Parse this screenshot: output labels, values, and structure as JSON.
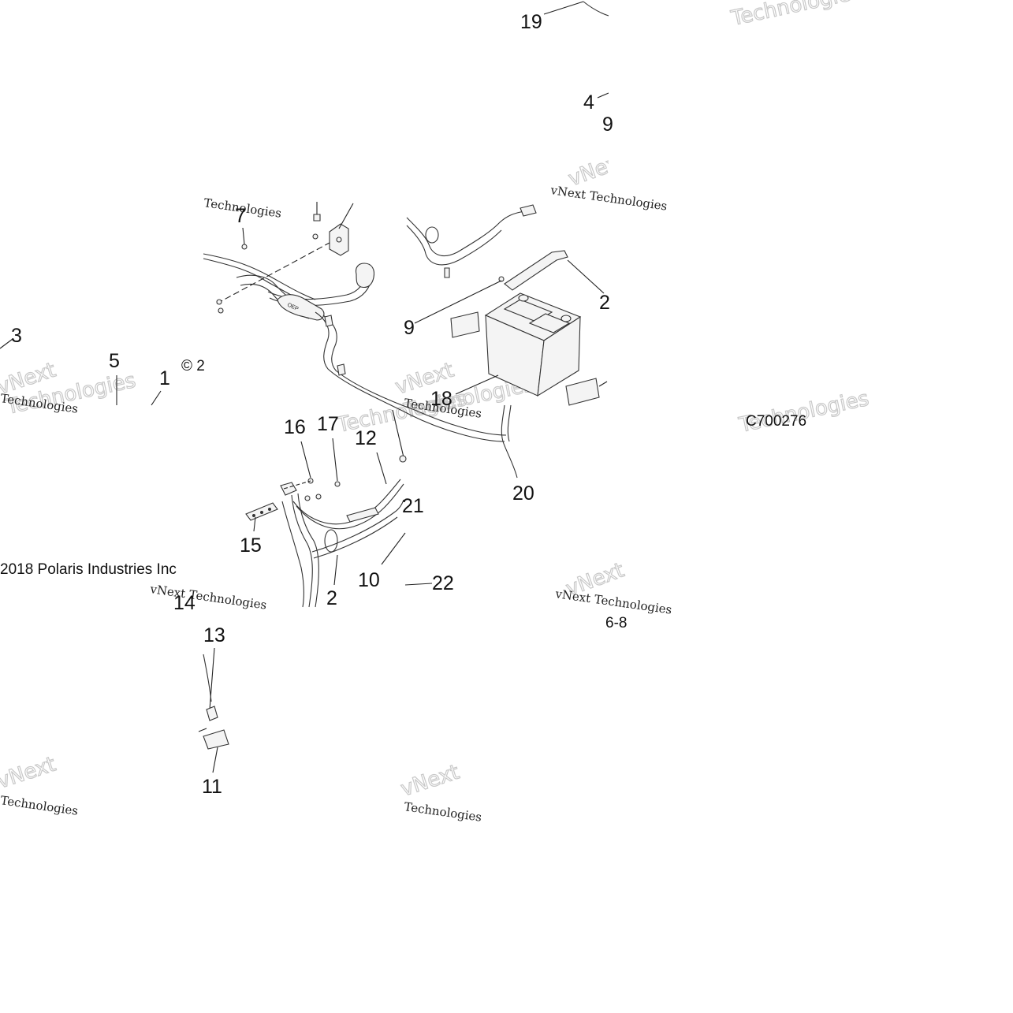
{
  "callouts": {
    "c19": "19",
    "c4": "4",
    "c9top": "9",
    "c7": "7",
    "c3": "3",
    "c5": "5",
    "c1": "1",
    "c2right": "2",
    "c9mid": "9",
    "c18": "18",
    "c16": "16",
    "c17": "17",
    "c12": "12",
    "c20": "20",
    "c21": "21",
    "c15": "15",
    "c10": "10",
    "c22": "22",
    "c2bottom": "2",
    "c14": "14",
    "c13": "13",
    "c11": "11"
  },
  "copyright_main": "2018 Polaris Industries Inc",
  "copyright_frag": "© 2",
  "diagram_code": "C700276",
  "page_ref": "6-8",
  "watermarks": {
    "brand": "vNext Technologies",
    "tech": "Technologies",
    "next": "vNext",
    "techno": "Technologies"
  },
  "battery_label": "OEP"
}
